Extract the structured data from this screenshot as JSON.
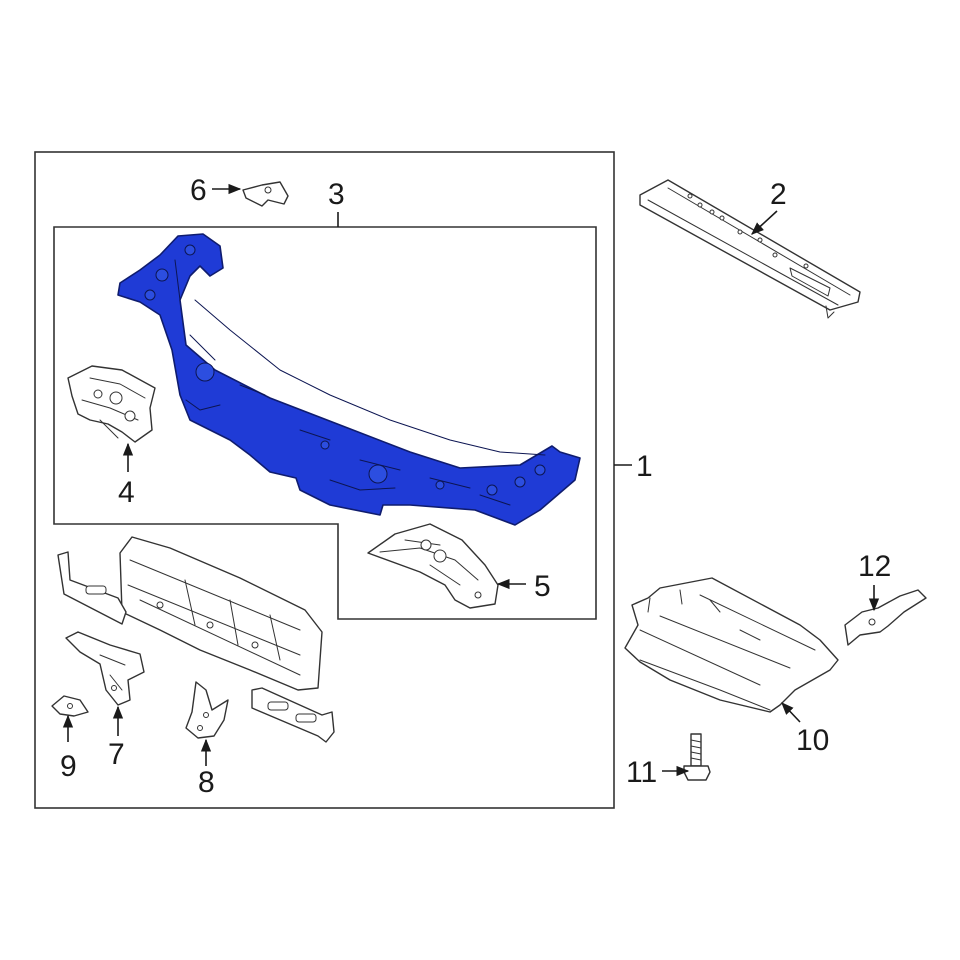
{
  "accent_color": "#1f3bd6",
  "callouts": {
    "c1": "1",
    "c2": "2",
    "c3": "3",
    "c4": "4",
    "c5": "5",
    "c6": "6",
    "c7": "7",
    "c8": "8",
    "c9": "9",
    "c10": "10",
    "c11": "11",
    "c12": "12"
  }
}
